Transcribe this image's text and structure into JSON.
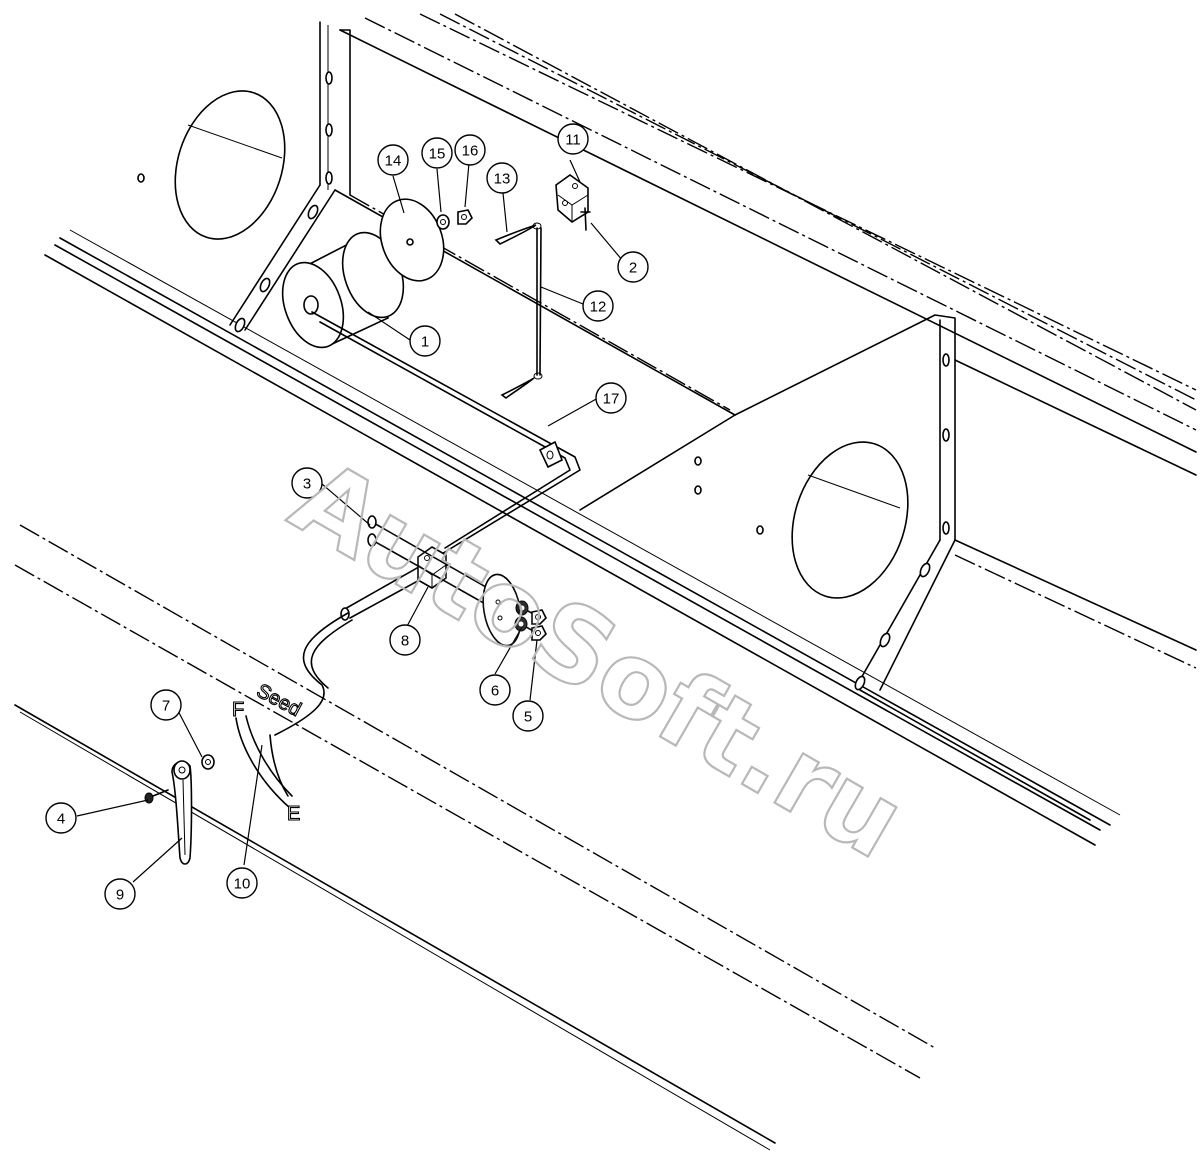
{
  "watermark": {
    "text": "AutoSoft.ru"
  },
  "decal": {
    "label": "Seed",
    "full_mark": "F",
    "empty_mark": "E"
  },
  "callouts": [
    {
      "id": "c1",
      "label": "1"
    },
    {
      "id": "c2",
      "label": "2"
    },
    {
      "id": "c3",
      "label": "3"
    },
    {
      "id": "c4",
      "label": "4"
    },
    {
      "id": "c5",
      "label": "5"
    },
    {
      "id": "c6",
      "label": "6"
    },
    {
      "id": "c7",
      "label": "7"
    },
    {
      "id": "c8",
      "label": "8"
    },
    {
      "id": "c9",
      "label": "9"
    },
    {
      "id": "c10",
      "label": "10"
    },
    {
      "id": "c11",
      "label": "11"
    },
    {
      "id": "c12",
      "label": "12"
    },
    {
      "id": "c13",
      "label": "13"
    },
    {
      "id": "c14",
      "label": "14"
    },
    {
      "id": "c15",
      "label": "15"
    },
    {
      "id": "c16",
      "label": "16"
    },
    {
      "id": "c17",
      "label": "17"
    }
  ]
}
